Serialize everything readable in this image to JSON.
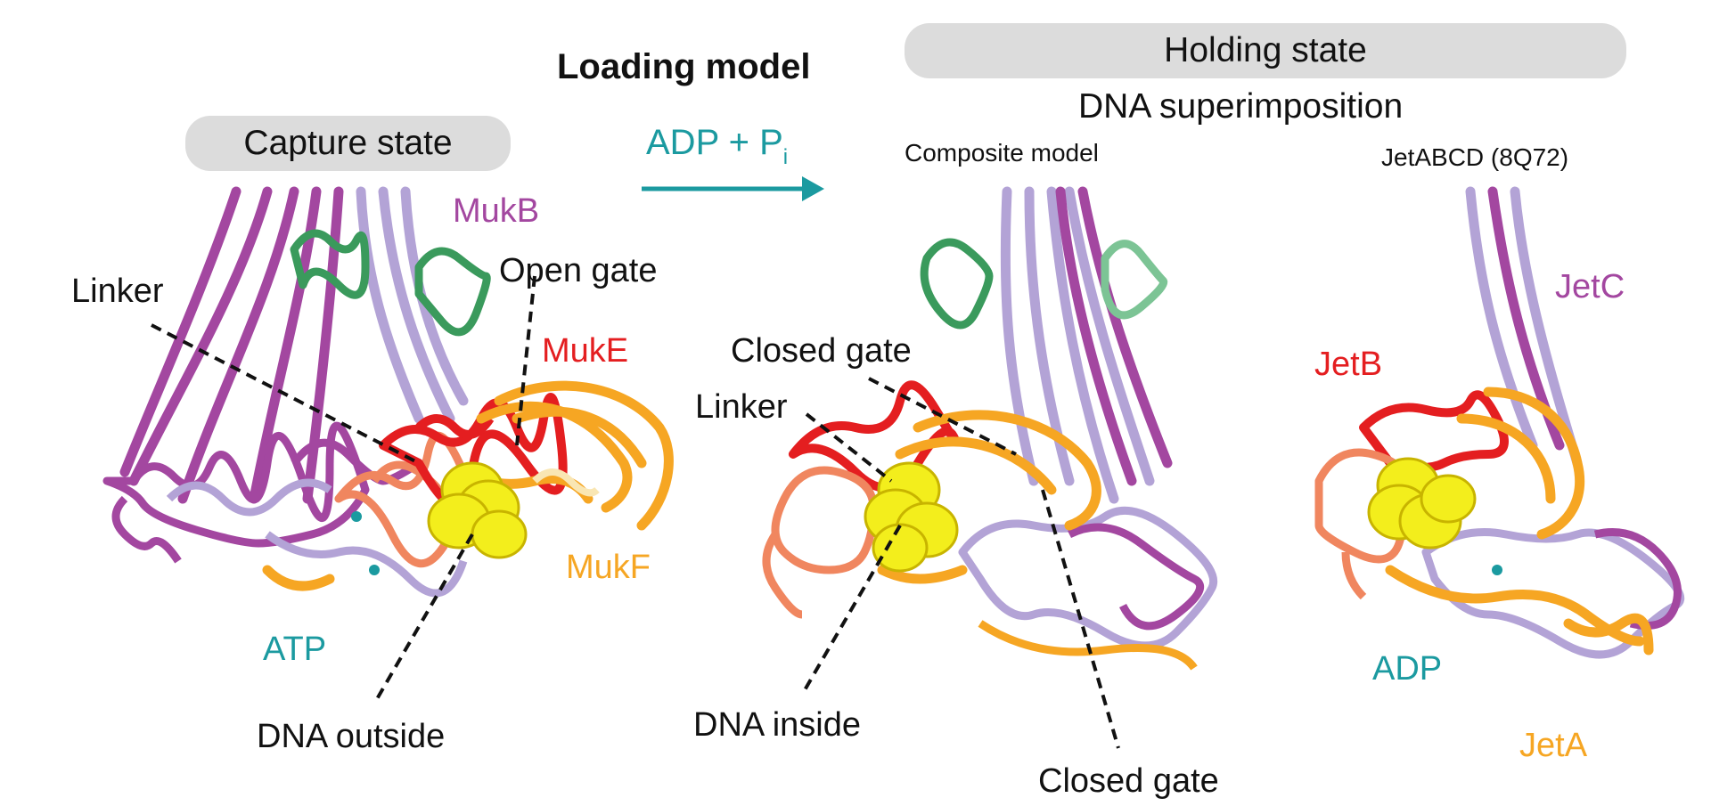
{
  "loading_model": {
    "title": "Loading model",
    "transition_label": "ADP + P",
    "transition_subscript": "i"
  },
  "capture_state": {
    "title": "Capture state",
    "labels": {
      "mukb": "MukB",
      "linker": "Linker",
      "open_gate": "Open gate",
      "muke": "MukE",
      "mukf": "MukF",
      "atp": "ATP",
      "dna_outside": "DNA outside"
    }
  },
  "holding_state": {
    "title": "Holding state",
    "subtitle": "DNA superimposition",
    "composite": {
      "title": "Composite model",
      "labels": {
        "closed_gate_top": "Closed gate",
        "linker": "Linker",
        "dna_inside": "DNA inside",
        "closed_gate_bottom": "Closed gate"
      }
    },
    "jetabcd": {
      "title": "JetABCD (8Q72)",
      "labels": {
        "jetc": "JetC",
        "jetb": "JetB",
        "adp": "ADP",
        "jeta": "JetA"
      }
    }
  },
  "colors": {
    "mukb_dark": "#a347a0",
    "mukb_light": "#b3a3d6",
    "muke": "#e41e20",
    "mukf": "#f6a623",
    "mukf_light": "#f9e6b3",
    "salmon": "#f0865f",
    "green": "#3a9a5c",
    "dna": "#f3ee1c",
    "teal": "#1b9aa0",
    "pill": "#dcdcdc"
  }
}
